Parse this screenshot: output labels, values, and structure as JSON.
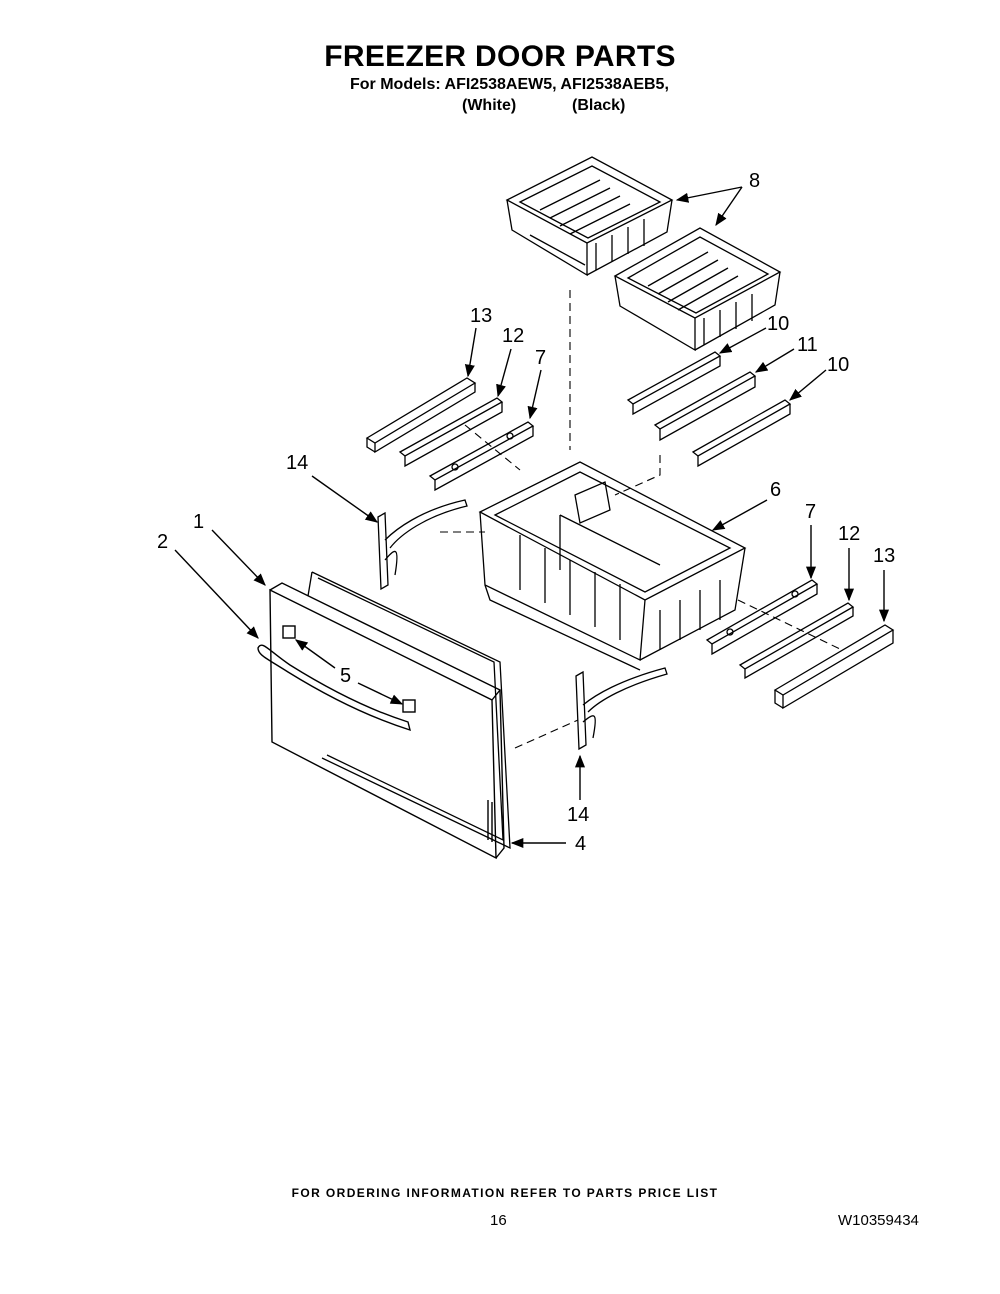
{
  "header": {
    "title": "FREEZER DOOR PARTS",
    "models": "For Models: AFI2538AEW5, AFI2538AEB5,",
    "color_white": "(White)",
    "color_black": "(Black)"
  },
  "callouts": {
    "c1": "1",
    "c2": "2",
    "c4": "4",
    "c5": "5",
    "c6": "6",
    "c7a": "7",
    "c7b": "7",
    "c8": "8",
    "c10a": "10",
    "c10b": "10",
    "c11": "11",
    "c12a": "12",
    "c12b": "12",
    "c13a": "13",
    "c13b": "13",
    "c14a": "14",
    "c14b": "14"
  },
  "footer": {
    "ordering_note": "FOR ORDERING INFORMATION REFER TO PARTS PRICE LIST",
    "page_number": "16",
    "document_number": "W10359434"
  }
}
